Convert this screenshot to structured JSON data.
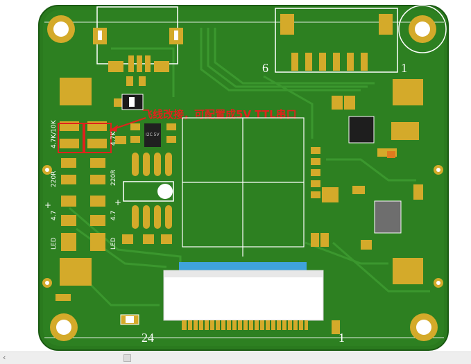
{
  "board": {
    "annotation_text": "飞线改接，可配置成5V TTL串口",
    "connector_top": {
      "pin_first": "6",
      "pin_last": "1"
    },
    "connector_bottom": {
      "pin_first": "24",
      "pin_last": "1"
    },
    "labels": {
      "left_top_1": "4.7K/10K",
      "left_top_2": "4.7K",
      "left_mid_1": "220R",
      "left_mid_2": "220R",
      "left_plus_1": "+",
      "left_plus_2": "+",
      "left_lower_1": "4.7",
      "left_lower_2": "4.7",
      "left_bot_1": "LED",
      "left_bot_2": "LED",
      "chip_text": "I2C\n5V"
    },
    "colors": {
      "board_green": "#2a7a1e",
      "pad_gold": "#d4aa2a",
      "annotation_red": "#e0221c",
      "connector_blue": "#3fa3dc"
    }
  },
  "scrollbar": {
    "left_arrow_icon": "chevron-left-icon"
  }
}
